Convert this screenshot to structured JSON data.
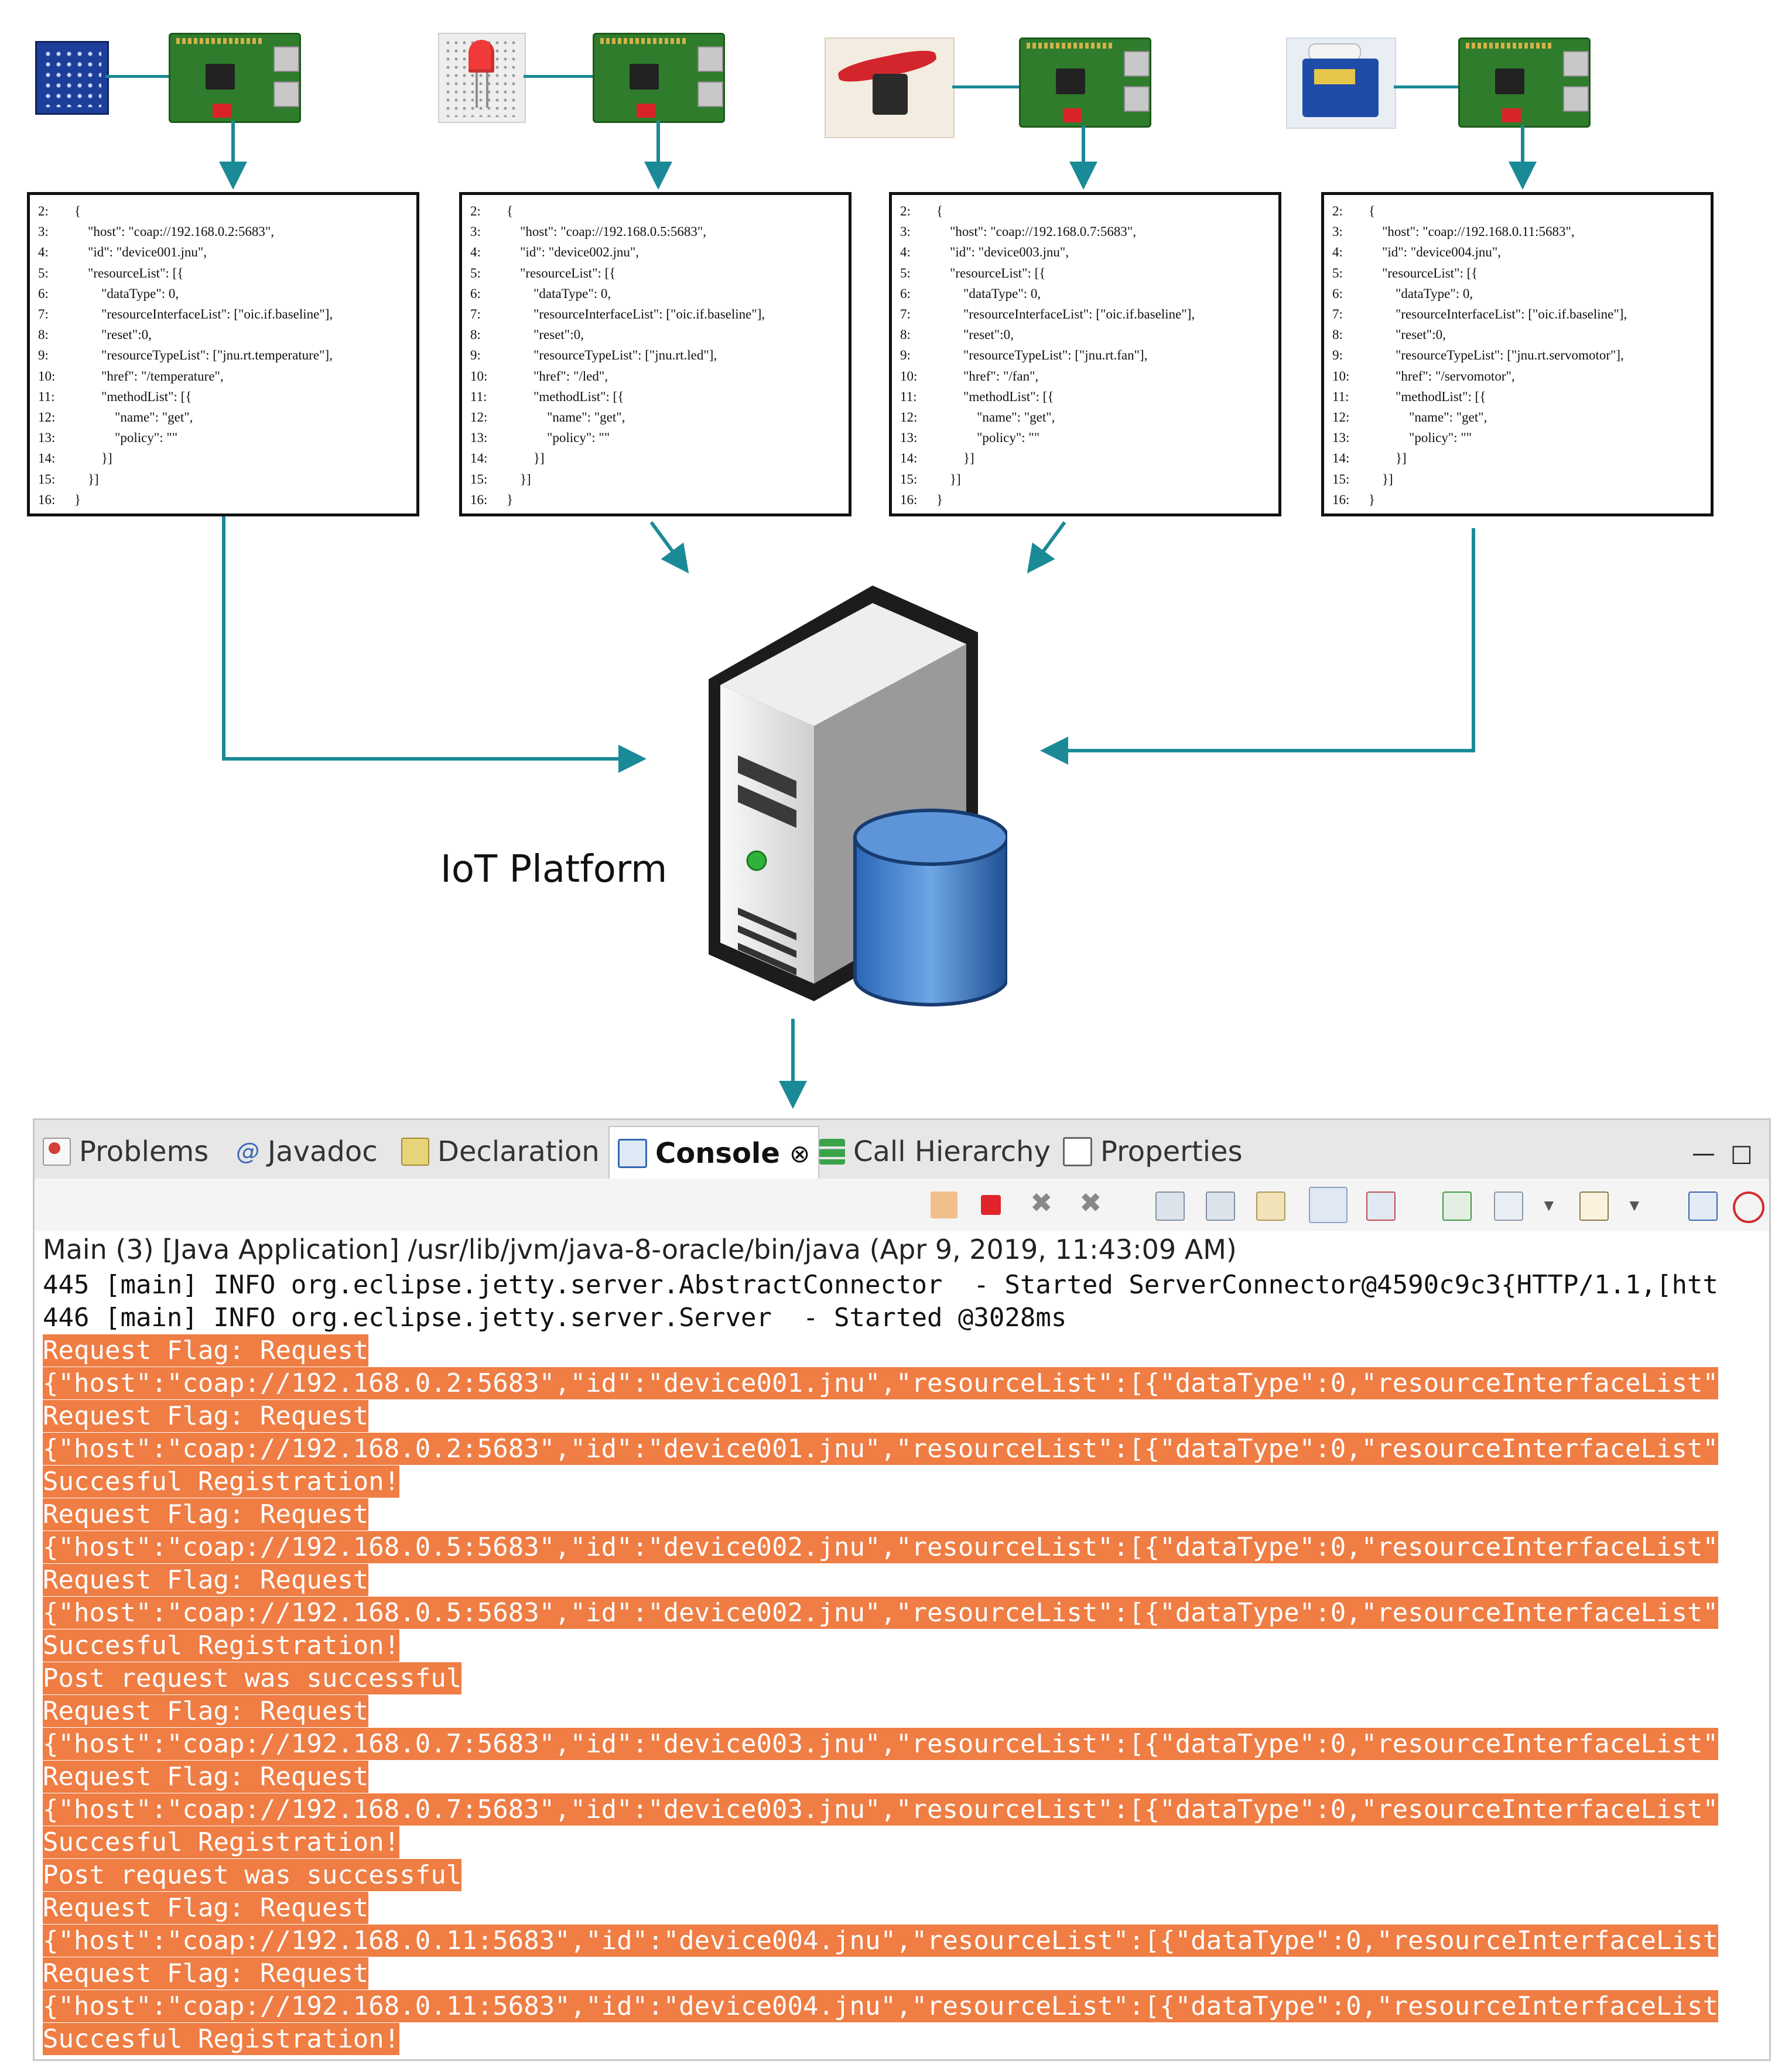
{
  "devices": [
    {
      "name": "temperature-sensor",
      "image": "sensor-board-icon"
    },
    {
      "name": "led",
      "image": "led-on-breadboard-icon"
    },
    {
      "name": "fan",
      "image": "fan-motor-icon"
    },
    {
      "name": "servomotor",
      "image": "servo-motor-icon"
    }
  ],
  "code_boxes": [
    {
      "lines": [
        {
          "n": "2:",
          "t": "{"
        },
        {
          "n": "3:",
          "t": "    \"host\": \"coap://192.168.0.2:5683\","
        },
        {
          "n": "4:",
          "t": "    \"id\": \"device001.jnu\","
        },
        {
          "n": "5:",
          "t": "    \"resourceList\": [{"
        },
        {
          "n": "6:",
          "t": "        \"dataType\": 0,"
        },
        {
          "n": "7:",
          "t": "        \"resourceInterfaceList\": [\"oic.if.baseline\"],"
        },
        {
          "n": "8:",
          "t": "        \"reset\":0,"
        },
        {
          "n": "9:",
          "t": "        \"resourceTypeList\": [\"jnu.rt.temperature\"],"
        },
        {
          "n": "10:",
          "t": "        \"href\": \"/temperature\","
        },
        {
          "n": "11:",
          "t": "        \"methodList\": [{"
        },
        {
          "n": "12:",
          "t": "            \"name\": \"get\","
        },
        {
          "n": "13:",
          "t": "            \"policy\": \"\""
        },
        {
          "n": "14:",
          "t": "        }]"
        },
        {
          "n": "15:",
          "t": "    }]"
        },
        {
          "n": "16:",
          "t": "}"
        }
      ]
    },
    {
      "lines": [
        {
          "n": "2:",
          "t": "{"
        },
        {
          "n": "3:",
          "t": "    \"host\": \"coap://192.168.0.5:5683\","
        },
        {
          "n": "4:",
          "t": "    \"id\": \"device002.jnu\","
        },
        {
          "n": "5:",
          "t": "    \"resourceList\": [{"
        },
        {
          "n": "6:",
          "t": "        \"dataType\": 0,"
        },
        {
          "n": "7:",
          "t": "        \"resourceInterfaceList\": [\"oic.if.baseline\"],"
        },
        {
          "n": "8:",
          "t": "        \"reset\":0,"
        },
        {
          "n": "9:",
          "t": "        \"resourceTypeList\": [\"jnu.rt.led\"],"
        },
        {
          "n": "10:",
          "t": "        \"href\": \"/led\","
        },
        {
          "n": "11:",
          "t": "        \"methodList\": [{"
        },
        {
          "n": "12:",
          "t": "            \"name\": \"get\","
        },
        {
          "n": "13:",
          "t": "            \"policy\": \"\""
        },
        {
          "n": "14:",
          "t": "        }]"
        },
        {
          "n": "15:",
          "t": "    }]"
        },
        {
          "n": "16:",
          "t": "}"
        }
      ]
    },
    {
      "lines": [
        {
          "n": "2:",
          "t": "{"
        },
        {
          "n": "3:",
          "t": "    \"host\": \"coap://192.168.0.7:5683\","
        },
        {
          "n": "4:",
          "t": "    \"id\": \"device003.jnu\","
        },
        {
          "n": "5:",
          "t": "    \"resourceList\": [{"
        },
        {
          "n": "6:",
          "t": "        \"dataType\": 0,"
        },
        {
          "n": "7:",
          "t": "        \"resourceInterfaceList\": [\"oic.if.baseline\"],"
        },
        {
          "n": "8:",
          "t": "        \"reset\":0,"
        },
        {
          "n": "9:",
          "t": "        \"resourceTypeList\": [\"jnu.rt.fan\"],"
        },
        {
          "n": "10:",
          "t": "        \"href\": \"/fan\","
        },
        {
          "n": "11:",
          "t": "        \"methodList\": [{"
        },
        {
          "n": "12:",
          "t": "            \"name\": \"get\","
        },
        {
          "n": "13:",
          "t": "            \"policy\": \"\""
        },
        {
          "n": "14:",
          "t": "        }]"
        },
        {
          "n": "15:",
          "t": "    }]"
        },
        {
          "n": "16:",
          "t": "}"
        }
      ]
    },
    {
      "lines": [
        {
          "n": "2:",
          "t": "{"
        },
        {
          "n": "3:",
          "t": "    \"host\": \"coap://192.168.0.11:5683\","
        },
        {
          "n": "4:",
          "t": "    \"id\": \"device004.jnu\","
        },
        {
          "n": "5:",
          "t": "    \"resourceList\": [{"
        },
        {
          "n": "6:",
          "t": "        \"dataType\": 0,"
        },
        {
          "n": "7:",
          "t": "        \"resourceInterfaceList\": [\"oic.if.baseline\"],"
        },
        {
          "n": "8:",
          "t": "        \"reset\":0,"
        },
        {
          "n": "9:",
          "t": "        \"resourceTypeList\": [\"jnu.rt.servomotor\"],"
        },
        {
          "n": "10:",
          "t": "        \"href\": \"/servomotor\","
        },
        {
          "n": "11:",
          "t": "        \"methodList\": [{"
        },
        {
          "n": "12:",
          "t": "            \"name\": \"get\","
        },
        {
          "n": "13:",
          "t": "            \"policy\": \"\""
        },
        {
          "n": "14:",
          "t": "        }]"
        },
        {
          "n": "15:",
          "t": "    }]"
        },
        {
          "n": "16:",
          "t": "}"
        }
      ]
    }
  ],
  "platform": {
    "label": "IoT Platform",
    "icon": "server-database-icon"
  },
  "colors": {
    "arrow": "#1a8a96",
    "highlight": "#ef7d44",
    "code_border": "#111111"
  },
  "console": {
    "tabs": [
      {
        "label": "Problems",
        "icon": "problems-icon"
      },
      {
        "label": "Javadoc",
        "icon": "at-icon"
      },
      {
        "label": "Declaration",
        "icon": "declaration-icon"
      },
      {
        "label": "Console",
        "icon": "console-icon",
        "active": true,
        "close": "⊗"
      },
      {
        "label": "Call Hierarchy",
        "icon": "call-hierarchy-icon"
      },
      {
        "label": "Properties",
        "icon": "properties-icon"
      }
    ],
    "launch": "Main (3) [Java Application] /usr/lib/jvm/java-8-oracle/bin/java (Apr 9, 2019, 11:43:09 AM)",
    "lines": [
      {
        "text": "445 [main] INFO org.eclipse.jetty.server.AbstractConnector  - Started ServerConnector@4590c9c3{HTTP/1.1,[htt",
        "highlight": false
      },
      {
        "text": "446 [main] INFO org.eclipse.jetty.server.Server  - Started @3028ms",
        "highlight": false
      },
      {
        "text": "Request Flag: Request",
        "highlight": true
      },
      {
        "text": "{\"host\":\"coap://192.168.0.2:5683\",\"id\":\"device001.jnu\",\"resourceList\":[{\"dataType\":0,\"resourceInterfaceList\"",
        "highlight": true
      },
      {
        "text": "Request Flag: Request",
        "highlight": true
      },
      {
        "text": "{\"host\":\"coap://192.168.0.2:5683\",\"id\":\"device001.jnu\",\"resourceList\":[{\"dataType\":0,\"resourceInterfaceList\"",
        "highlight": true
      },
      {
        "text": "Succesful Registration!",
        "highlight": true
      },
      {
        "text": "Request Flag: Request",
        "highlight": true
      },
      {
        "text": "{\"host\":\"coap://192.168.0.5:5683\",\"id\":\"device002.jnu\",\"resourceList\":[{\"dataType\":0,\"resourceInterfaceList\"",
        "highlight": true
      },
      {
        "text": "Request Flag: Request",
        "highlight": true
      },
      {
        "text": "{\"host\":\"coap://192.168.0.5:5683\",\"id\":\"device002.jnu\",\"resourceList\":[{\"dataType\":0,\"resourceInterfaceList\"",
        "highlight": true
      },
      {
        "text": "Succesful Registration!",
        "highlight": true
      },
      {
        "text": "Post request was successful",
        "highlight": true
      },
      {
        "text": "Request Flag: Request",
        "highlight": true
      },
      {
        "text": "{\"host\":\"coap://192.168.0.7:5683\",\"id\":\"device003.jnu\",\"resourceList\":[{\"dataType\":0,\"resourceInterfaceList\"",
        "highlight": true
      },
      {
        "text": "Request Flag: Request",
        "highlight": true
      },
      {
        "text": "{\"host\":\"coap://192.168.0.7:5683\",\"id\":\"device003.jnu\",\"resourceList\":[{\"dataType\":0,\"resourceInterfaceList\"",
        "highlight": true
      },
      {
        "text": "Succesful Registration!",
        "highlight": true
      },
      {
        "text": "Post request was successful",
        "highlight": true
      },
      {
        "text": "Request Flag: Request",
        "highlight": true
      },
      {
        "text": "{\"host\":\"coap://192.168.0.11:5683\",\"id\":\"device004.jnu\",\"resourceList\":[{\"dataType\":0,\"resourceInterfaceList",
        "highlight": true
      },
      {
        "text": "Request Flag: Request",
        "highlight": true
      },
      {
        "text": "{\"host\":\"coap://192.168.0.11:5683\",\"id\":\"device004.jnu\",\"resourceList\":[{\"dataType\":0,\"resourceInterfaceList",
        "highlight": true
      },
      {
        "text": "Succesful Registration!",
        "highlight": true
      }
    ]
  }
}
